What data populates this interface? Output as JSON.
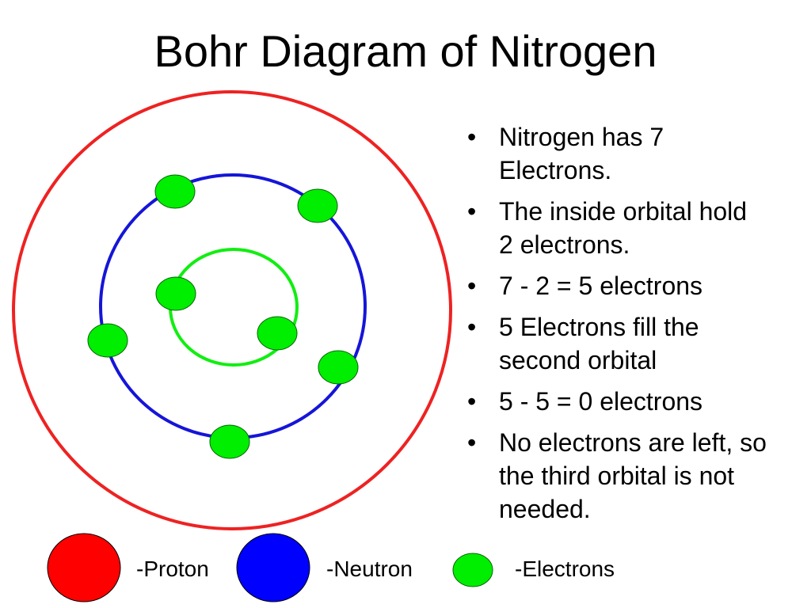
{
  "title": "Bohr Diagram of Nitrogen",
  "bullet_symbol": "•",
  "bullets": [
    "Nitrogen has 7 Electrons.",
    "The inside orbital hold 2 electrons.",
    "7 - 2 = 5 electrons",
    "5 Electrons fill the second orbital",
    "5 - 5 = 0 electrons",
    "No electrons are left, so the third orbital is not needed."
  ],
  "legend": {
    "proton": "-Proton",
    "neutron": "-Neutron",
    "electrons": "-Electrons"
  },
  "colors": {
    "proton": "#ff0000",
    "neutron": "#0000ff",
    "electron": "#00ee00",
    "outer_orbit": "#ee2222",
    "middle_orbit": "#1515d8",
    "inner_orbit": "#11ee11"
  }
}
